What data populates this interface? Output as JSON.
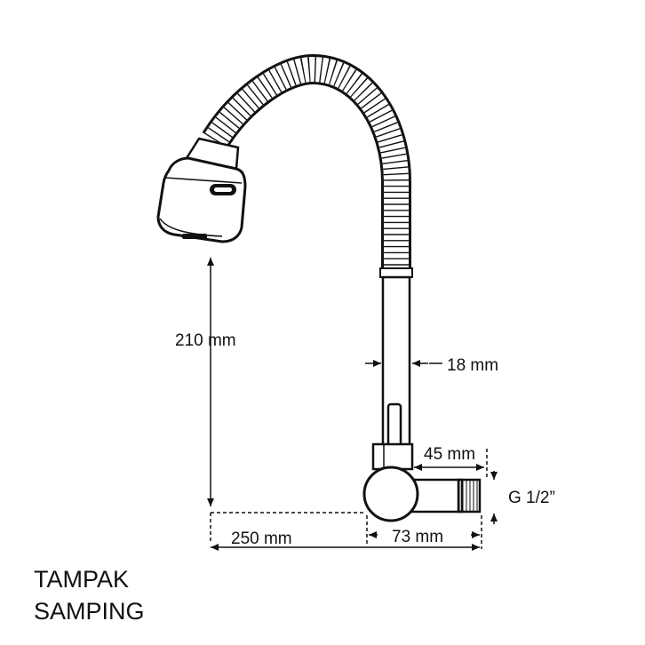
{
  "dimensions": {
    "spout_height": "210 mm",
    "pipe_diameter": "18 mm",
    "inlet_length": "45 mm",
    "thread_size": "G 1/2”",
    "total_reach": "250 mm",
    "base_width": "73 mm"
  },
  "caption": {
    "line1": "TAMPAK",
    "line2": "SAMPING"
  }
}
